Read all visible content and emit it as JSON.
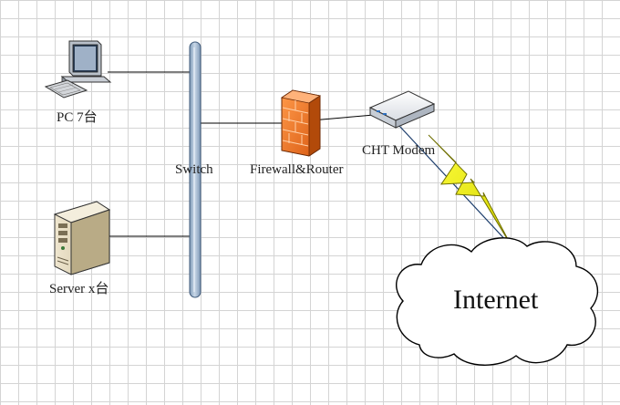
{
  "nodes": {
    "pc": {
      "label": "PC 7台"
    },
    "server": {
      "label": "Server x台"
    },
    "switch": {
      "label": "Switch"
    },
    "firewall": {
      "label": "Firewall&Router"
    },
    "modem": {
      "label": "CHT Modem"
    },
    "internet": {
      "label": "Internet"
    }
  },
  "colors": {
    "grid": "#d4d4d4",
    "switch_bar": "#a9bfd6",
    "firewall": "#f07a2a",
    "lightning": "#f1f010",
    "line": "#000000"
  }
}
